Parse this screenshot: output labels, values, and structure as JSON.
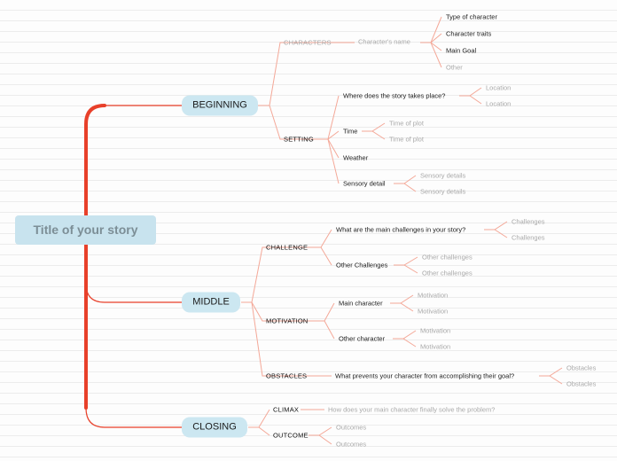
{
  "root": {
    "label": "Title of your story"
  },
  "colors": {
    "root_line": "#e8402a",
    "branch_line": "#f4a898",
    "pill_bg": "#cce7f1"
  },
  "beginning": {
    "label": "BEGINNING",
    "characters": {
      "label": "CHARACTERS",
      "name": {
        "label": "Character's name",
        "items": [
          "Type of character",
          "Character traits",
          "Main Goal",
          "Other"
        ]
      }
    },
    "setting": {
      "label": "SETTING",
      "where": {
        "label": "Where does the story takes place?",
        "items": [
          "Location",
          "Location"
        ]
      },
      "time": {
        "label": "Time",
        "items": [
          "Time of plot",
          "Time of plot"
        ]
      },
      "weather": {
        "label": "Weather"
      },
      "sensory": {
        "label": "Sensory detail",
        "items": [
          "Sensory details",
          "Sensory details"
        ]
      }
    }
  },
  "middle": {
    "label": "MIDDLE",
    "challenge": {
      "label": "CHALLENGE",
      "main": {
        "label": "What are the main challenges in your story?",
        "items": [
          "Challenges",
          "Challenges"
        ]
      },
      "other": {
        "label": "Other Challenges",
        "items": [
          "Other challenges",
          "Other challenges"
        ]
      }
    },
    "motivation": {
      "label": "MOTIVATION",
      "main": {
        "label": "Main character",
        "items": [
          "Motivation",
          "Motivation"
        ]
      },
      "other": {
        "label": "Other character",
        "items": [
          "Motivation",
          "Motivation"
        ]
      }
    },
    "obstacles": {
      "label": "OBSTACLES",
      "question": {
        "label": "What prevents your character from accomplishing their goal?",
        "items": [
          "Obstacles",
          "Obstacles"
        ]
      }
    }
  },
  "closing": {
    "label": "CLOSING",
    "climax": {
      "label": "CLIMAX",
      "question": "How does your main character finally solve the problem?"
    },
    "outcome": {
      "label": "OUTCOME",
      "items": [
        "Outcomes",
        "Outcomes"
      ]
    }
  }
}
